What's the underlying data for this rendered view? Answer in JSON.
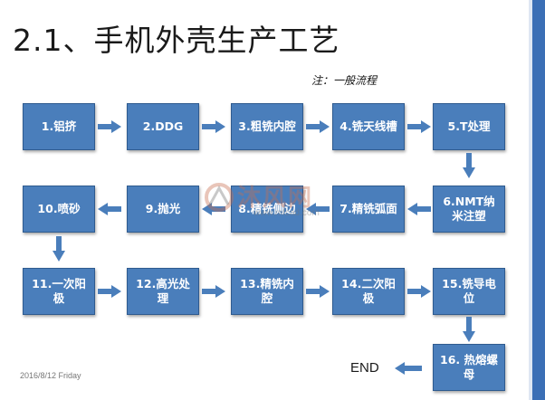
{
  "title": "2.1、手机外壳生产工艺",
  "note": "注：一般流程",
  "steps": [
    {
      "label": "1.铝挤"
    },
    {
      "label": "2.DDG"
    },
    {
      "label": "3.粗铣内腔"
    },
    {
      "label": "4.铣天线槽"
    },
    {
      "label": "5.T处理"
    },
    {
      "label": "6.NMT纳米注塑"
    },
    {
      "label": "7.精铣弧面"
    },
    {
      "label": "8.精铣侧边"
    },
    {
      "label": "9.抛光"
    },
    {
      "label": "10.喷砂"
    },
    {
      "label": "11.一次阳极"
    },
    {
      "label": "12.高光处理"
    },
    {
      "label": "13.精铣内腔"
    },
    {
      "label": "14.二次阳极"
    },
    {
      "label": "15.铣导电位"
    },
    {
      "label": "16. 热熔螺母"
    }
  ],
  "end_label": "END",
  "date": "2016/8/12 Friday",
  "watermark": {
    "text": "沐风网",
    "url": "www.mfcad.com"
  },
  "colors": {
    "box_fill": "#4a7ebb",
    "box_border": "#2f5b8f",
    "arrow": "#4a7ebb",
    "edge": "#3b6fb5"
  }
}
